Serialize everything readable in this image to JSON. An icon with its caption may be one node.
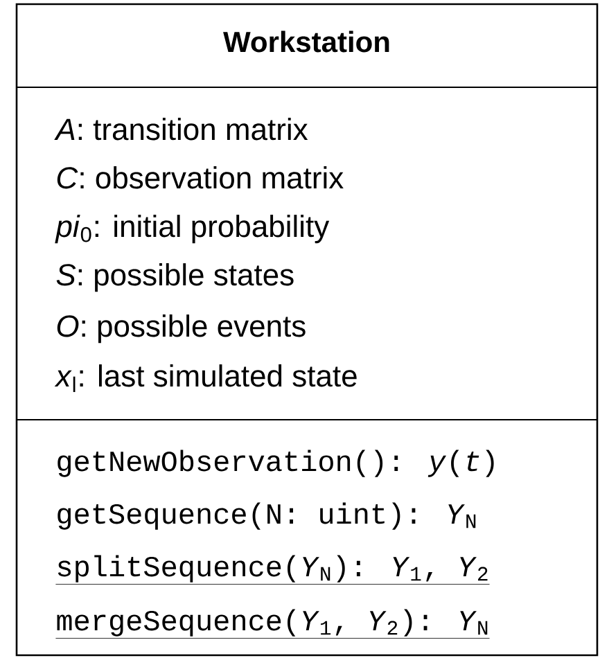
{
  "diagram": {
    "nodes": [
      {
        "text": [
          "Workstation",
          "*A*: transition matrix",
          "*C*: observation matrix",
          "*pi*$_{0}$: initial probability",
          "*S*: possible states",
          "*O*: possible events",
          "*x*$_{l}$: last simulated state",
          "getNewObservation(): *y*(*t*)",
          "getSequence(N: uint): *Y*$_{N}$",
          "splitSequence(*Y*$_{N}$): *Y*$_{1}$, *Y*$_{2}$",
          "mergeSequence(*Y*$_{1}$, *Y*$_{2}$): *Y*$_{N}$"
        ]
      }
    ]
  }
}
